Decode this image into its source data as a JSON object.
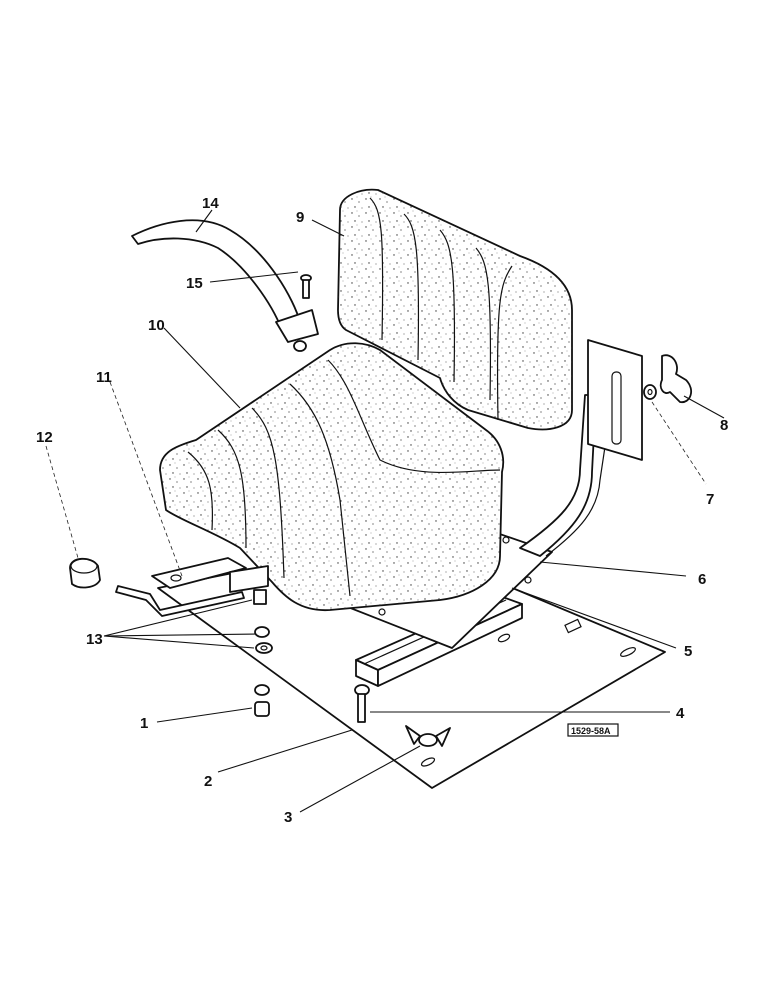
{
  "drawing_ref": "1529-58A",
  "callouts": [
    {
      "id": "label-1",
      "text": "1"
    },
    {
      "id": "label-2",
      "text": "2"
    },
    {
      "id": "label-3",
      "text": "3"
    },
    {
      "id": "label-4",
      "text": "4"
    },
    {
      "id": "label-5",
      "text": "5"
    },
    {
      "id": "label-6",
      "text": "6"
    },
    {
      "id": "label-7",
      "text": "7"
    },
    {
      "id": "label-8",
      "text": "8"
    },
    {
      "id": "label-9",
      "text": "9"
    },
    {
      "id": "label-10",
      "text": "10"
    },
    {
      "id": "label-11",
      "text": "11"
    },
    {
      "id": "label-12",
      "text": "12"
    },
    {
      "id": "label-13",
      "text": "13"
    },
    {
      "id": "label-14",
      "text": "14"
    },
    {
      "id": "label-15",
      "text": "15"
    }
  ]
}
